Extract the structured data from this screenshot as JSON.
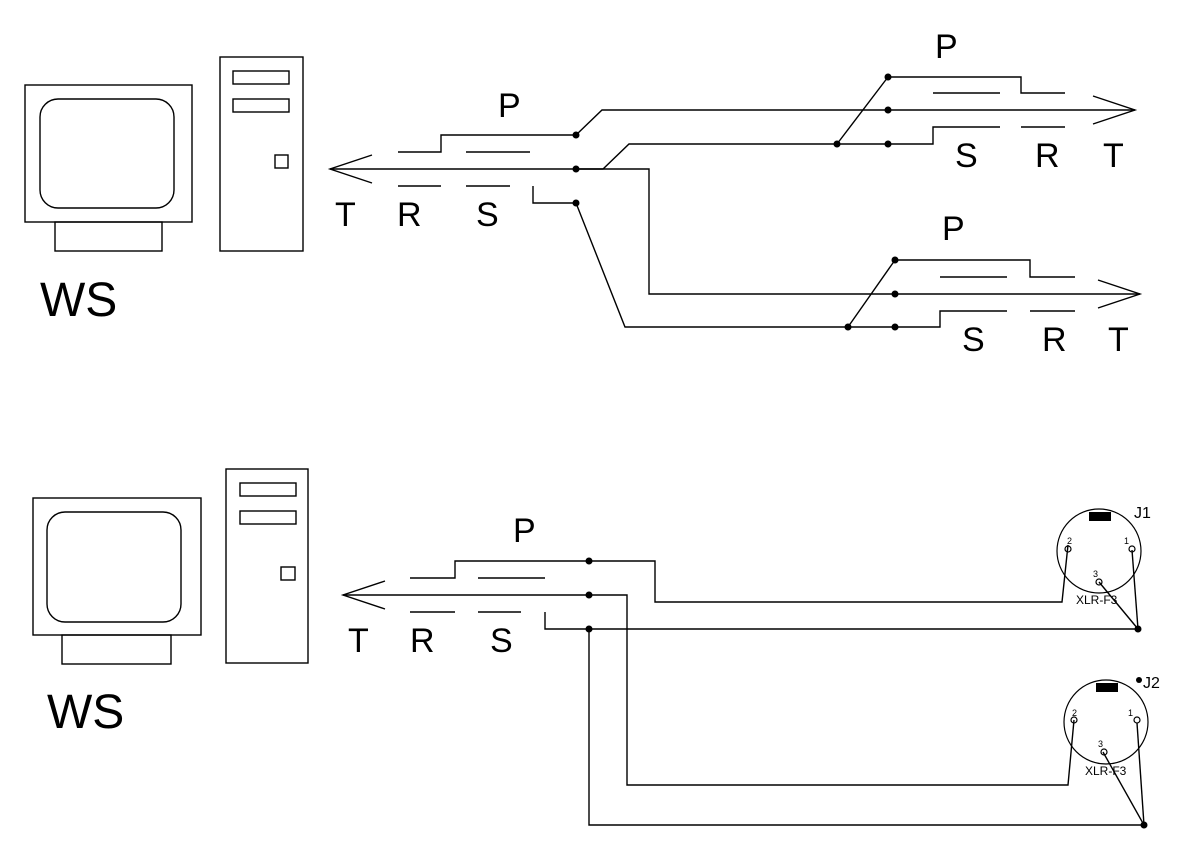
{
  "ws_label": "WS",
  "connector_labels": {
    "p": "P",
    "t": "T",
    "r": "R",
    "s": "S"
  },
  "xlr": {
    "j1": "J1",
    "j2": "J2",
    "type": "XLR-F3",
    "pins": [
      "1",
      "2",
      "3"
    ]
  }
}
